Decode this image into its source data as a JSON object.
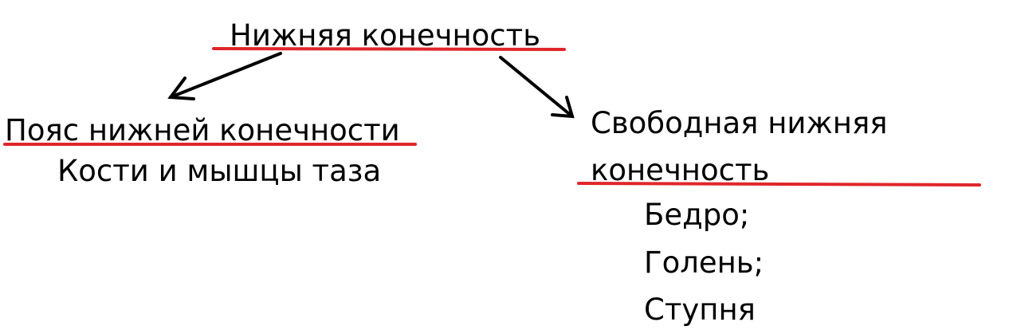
{
  "root": {
    "label": "Нижняя конечность"
  },
  "left": {
    "title": "Пояс нижней конечности",
    "subtitle": "Кости и мышцы таза"
  },
  "right": {
    "title_line1": "Свободная нижняя",
    "title_line2": "конечность",
    "items": [
      "Бедро;",
      "Голень;",
      "Ступня"
    ]
  },
  "colors": {
    "underline": "#e0262b",
    "arrow": "#000000",
    "text": "#000000"
  }
}
